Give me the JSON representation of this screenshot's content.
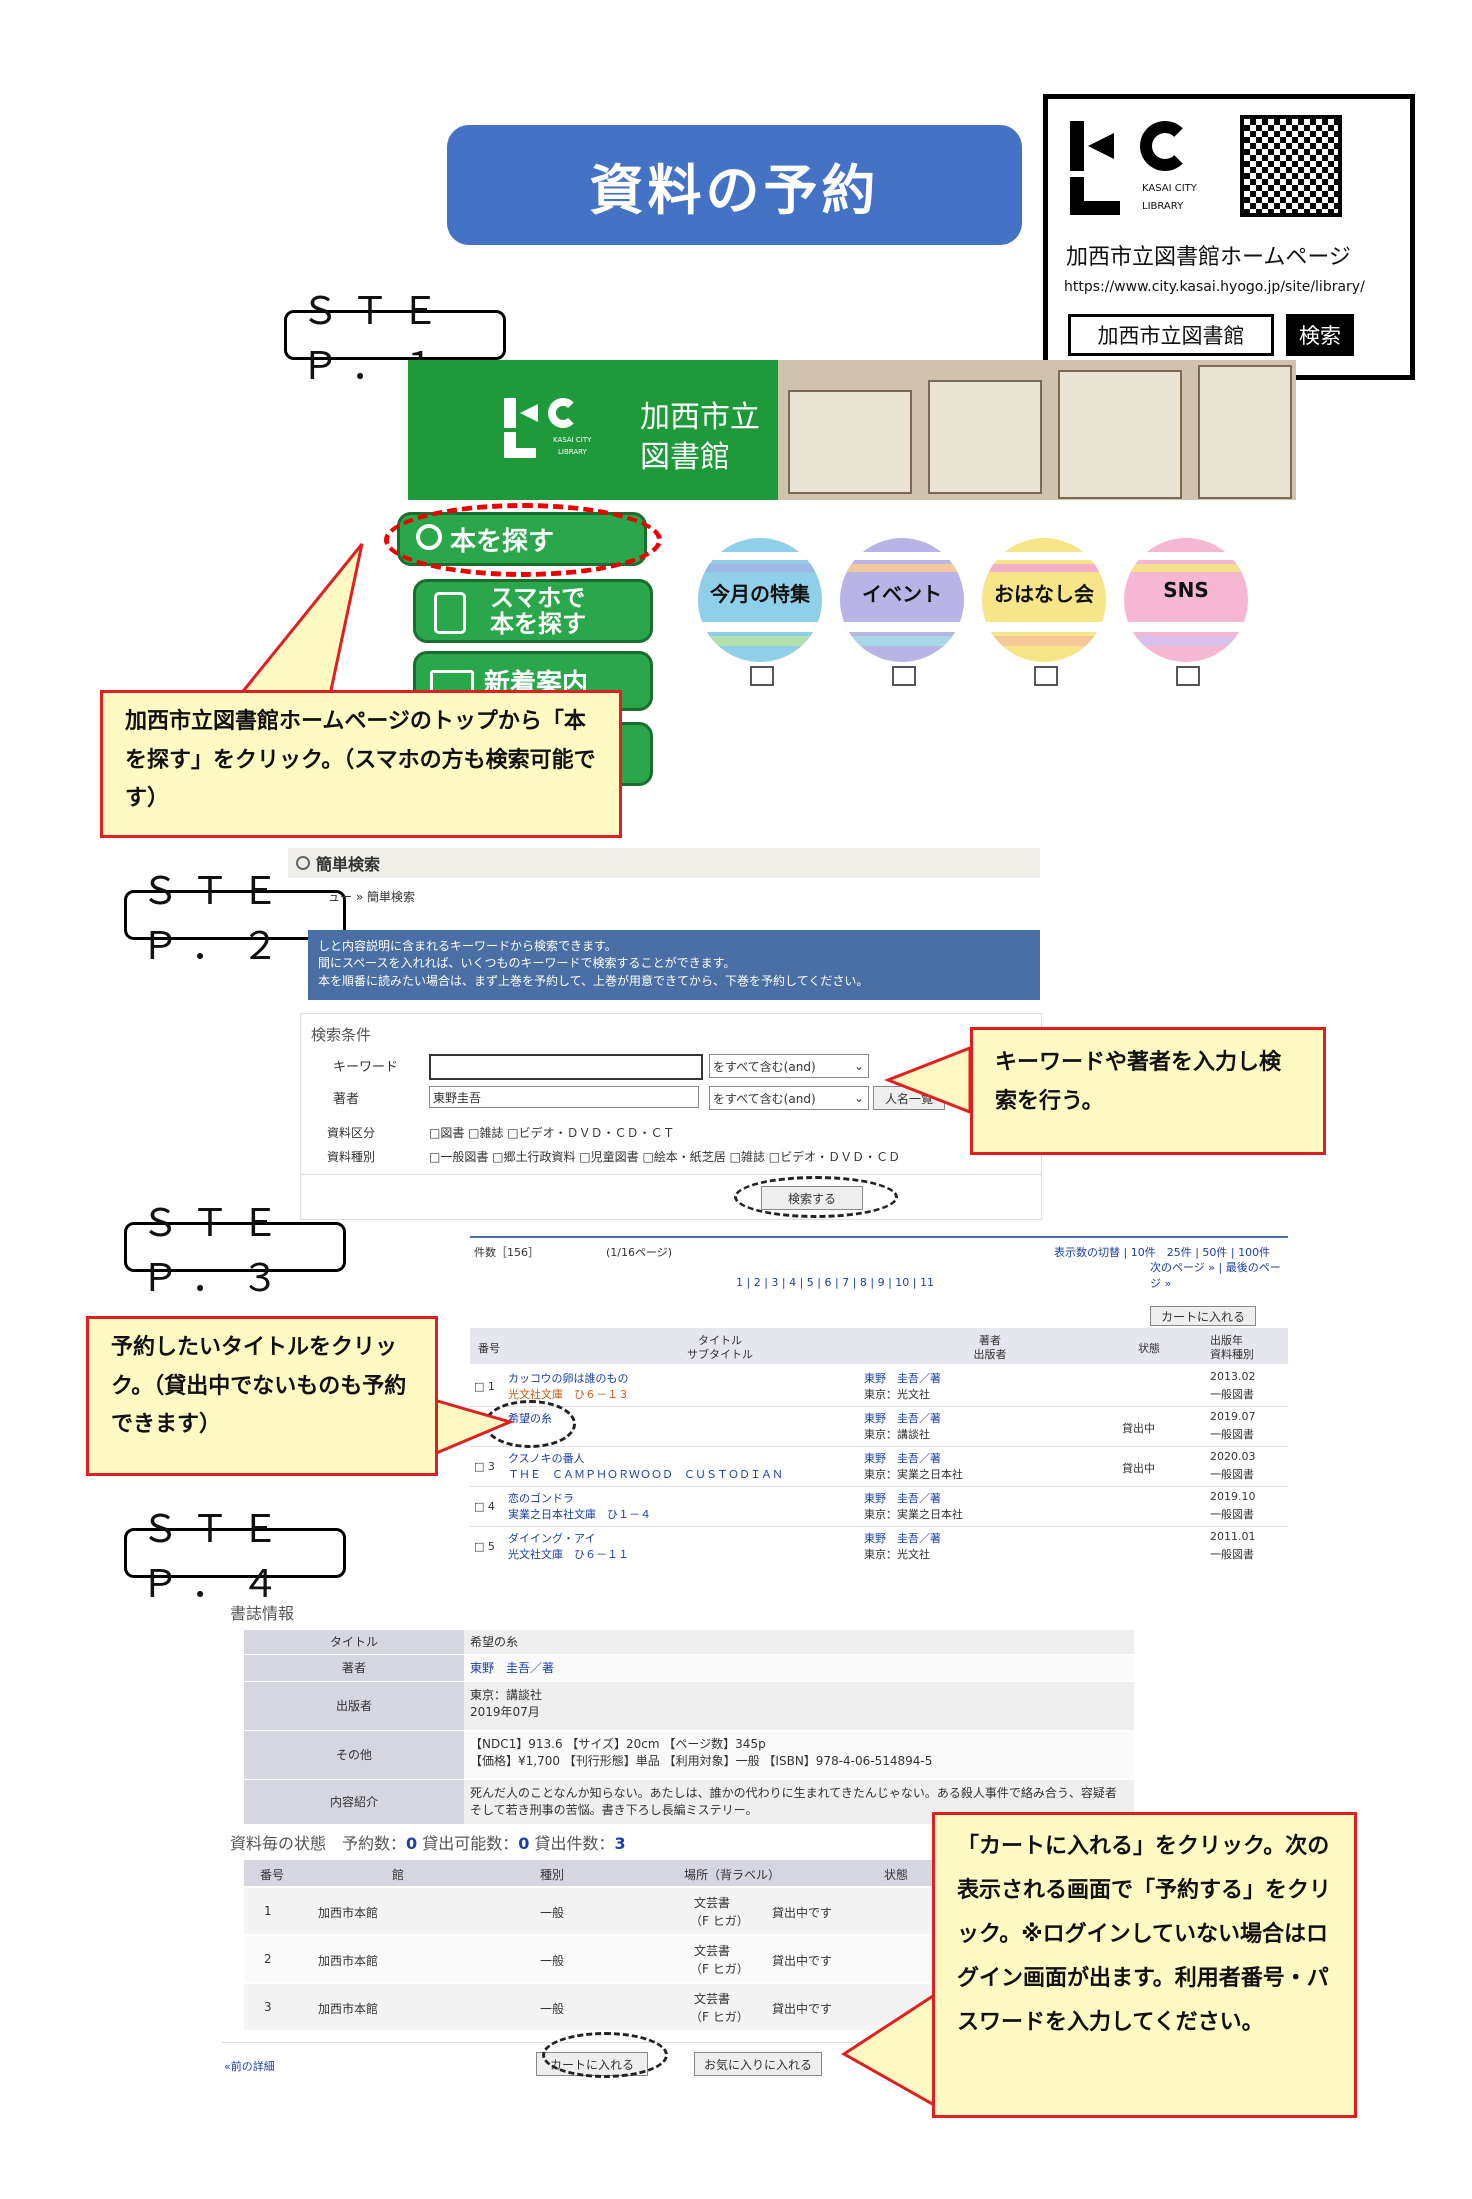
{
  "title": "資料の予約",
  "info_box": {
    "logo_text_1": "KASAI CITY",
    "logo_text_2": "LIBRARY",
    "homepage_label": "加西市立図書館ホームページ",
    "url": "https://www.city.kasai.hyogo.jp/site/library/",
    "search_query": "加西市立図書館",
    "search_button": "検索"
  },
  "step1": {
    "label": "ＳＴＥＰ．１",
    "banner_name_1": "加西市立",
    "banner_name_2": "図書館",
    "banner_logo_1": "KASAI CITY",
    "banner_logo_2": "LIBRARY",
    "menu": [
      "本を探す",
      "スマホで",
      "本を探す",
      "新着案内"
    ],
    "balloons": [
      {
        "label": "今月の特集",
        "color": "#8fd0e8"
      },
      {
        "label": "イベント",
        "color": "#b9b4e6"
      },
      {
        "label": "おはなし会",
        "color": "#f7e58a"
      },
      {
        "label": "SNS",
        "color": "#f5b7d2"
      }
    ],
    "callout": "加西市立図書館ホームページのトップから「本を探す」をクリック。（スマホの方も検索可能です）"
  },
  "step2": {
    "label": "ＳＴＥＰ．２",
    "header": "簡単検索",
    "breadcrumb": "ュー » 簡単検索",
    "info_lines": [
      "しと内容説明に含まれるキーワードから検索できます。",
      "間にスペースを入れれば、いくつものキーワードで検索することができます。",
      "本を順番に読みたい場合は、まず上巻を予約して、上巻が用意できてから、下巻を予約してください。"
    ],
    "conditions_title": "検索条件",
    "keyword_label": "キーワード",
    "keyword_value": "",
    "keyword_mode": "をすべて含む(and)",
    "author_label": "著者",
    "author_value": "東野圭吾",
    "author_mode": "をすべて含む(and)",
    "author_list_button": "人名一覧",
    "class_label": "資料区分",
    "class_options": "□図書 □雑誌 □ビデオ・ＤＶＤ・ＣＤ・ＣＴ",
    "type_label": "資料種別",
    "type_options": "□一般図書 □郷土行政資料 □児童図書 □絵本・紙芝居 □雑誌 □ビデオ・ＤＶＤ・ＣＤ・",
    "search_button": "検索する",
    "callout": "キーワードや著者を入力し検索を行う。"
  },
  "step3": {
    "label": "ＳＴＥＰ．３",
    "count": "件数［156］",
    "page_info": "(1/16ページ)",
    "per_page": "表示数の切替 | 10件　25件 | 50件 | 100件",
    "next_links": "次のページ » | 最後のページ »",
    "pagination": "1 | 2 | 3 | 4 | 5 | 6 | 7 | 8 | 9 | 10 | 11",
    "cart_button": "カートに入れる",
    "headers": {
      "no": "番号",
      "title": "タイトル",
      "subtitle": "サブタイトル",
      "author": "著者",
      "publisher": "出版者",
      "status": "状態",
      "year": "出版年",
      "kind": "資料種別"
    },
    "rows": [
      {
        "no": "1",
        "title": "カッコウの卵は誰のもの",
        "sub": "光文社文庫　ひ６－１３",
        "author": "東野　圭吾／著",
        "pub": "東京：光文社",
        "status": "",
        "year": "2013.02",
        "kind": "一般図書"
      },
      {
        "no": "2",
        "title": "希望の糸",
        "sub": "",
        "author": "東野　圭吾／著",
        "pub": "東京：講談社",
        "status": "貸出中",
        "year": "2019.07",
        "kind": "一般図書"
      },
      {
        "no": "3",
        "title": "クスノキの番人",
        "sub": "ＴＨＥ　ＣＡＭＰＨＯＲＷＯＯＤ　ＣＵＳＴＯＤＩＡＮ",
        "author": "東野　圭吾／著",
        "pub": "東京：実業之日本社",
        "status": "貸出中",
        "year": "2020.03",
        "kind": "一般図書"
      },
      {
        "no": "4",
        "title": "恋のゴンドラ",
        "sub": "実業之日本社文庫　ひ１－４",
        "author": "東野　圭吾／著",
        "pub": "東京：実業之日本社",
        "status": "",
        "year": "2019.10",
        "kind": "一般図書"
      },
      {
        "no": "5",
        "title": "ダイイング・アイ",
        "sub": "光文社文庫　ひ６－１１",
        "author": "東野　圭吾／著",
        "pub": "東京：光文社",
        "status": "",
        "year": "2011.01",
        "kind": "一般図書"
      }
    ],
    "callout": "予約したいタイトルをクリック。（貸出中でないものも予約できます）"
  },
  "step4": {
    "label": "ＳＴＥＰ．４",
    "section_title": "書誌情報",
    "rows": [
      {
        "k": "タイトル",
        "v": "希望の糸"
      },
      {
        "k": "著者",
        "v": "東野　圭吾／著"
      },
      {
        "k": "出版者",
        "v": "東京：講談社\n2019年07月"
      },
      {
        "k": "その他",
        "v": "【NDC1】913.6 【サイズ】20cm 【ページ数】345p\n【価格】¥1,700 【刊行形態】単品 【利用対象】一般 【ISBN】978-4-06-514894-5"
      },
      {
        "k": "内容紹介",
        "v": "死んだ人のことなんか知らない。あたしは、誰かの代わりに生まれてきたんじゃない。ある殺人事件で絡み合う、容疑者そして若き刑事の苦悩。書き下ろし長編ミステリー。"
      }
    ],
    "status_title": "資料毎の状態　予約数：",
    "reserve_count": "0",
    "avail_label": " 貸出可能数：",
    "avail_count": "0",
    "loan_label": " 貸出件数：",
    "loan_count": "3",
    "holdings_headers": {
      "no": "番号",
      "lib": "館",
      "kind": "種別",
      "loc": "場所（背ラベル）",
      "status": "状態"
    },
    "holdings": [
      {
        "no": "1",
        "lib": "加西市本館",
        "kind": "一般",
        "loc1": "文芸書",
        "loc2": "（F ヒガ）",
        "status": "貸出中です"
      },
      {
        "no": "2",
        "lib": "加西市本館",
        "kind": "一般",
        "loc1": "文芸書",
        "loc2": "（F ヒガ）",
        "status": "貸出中です"
      },
      {
        "no": "3",
        "lib": "加西市本館",
        "kind": "一般",
        "loc1": "文芸書",
        "loc2": "（F ヒガ）",
        "status": "貸出中です"
      }
    ],
    "prev_link": "«前の詳細",
    "cart_button": "カートに入れる",
    "fav_button": "お気に入りに入れる",
    "callout": "「カートに入れる」をクリック。次の表示される画面で「予約する」をクリック。※ログインしていない場合はログイン画面が出ます。利用者番号・パスワードを入力してください。"
  }
}
